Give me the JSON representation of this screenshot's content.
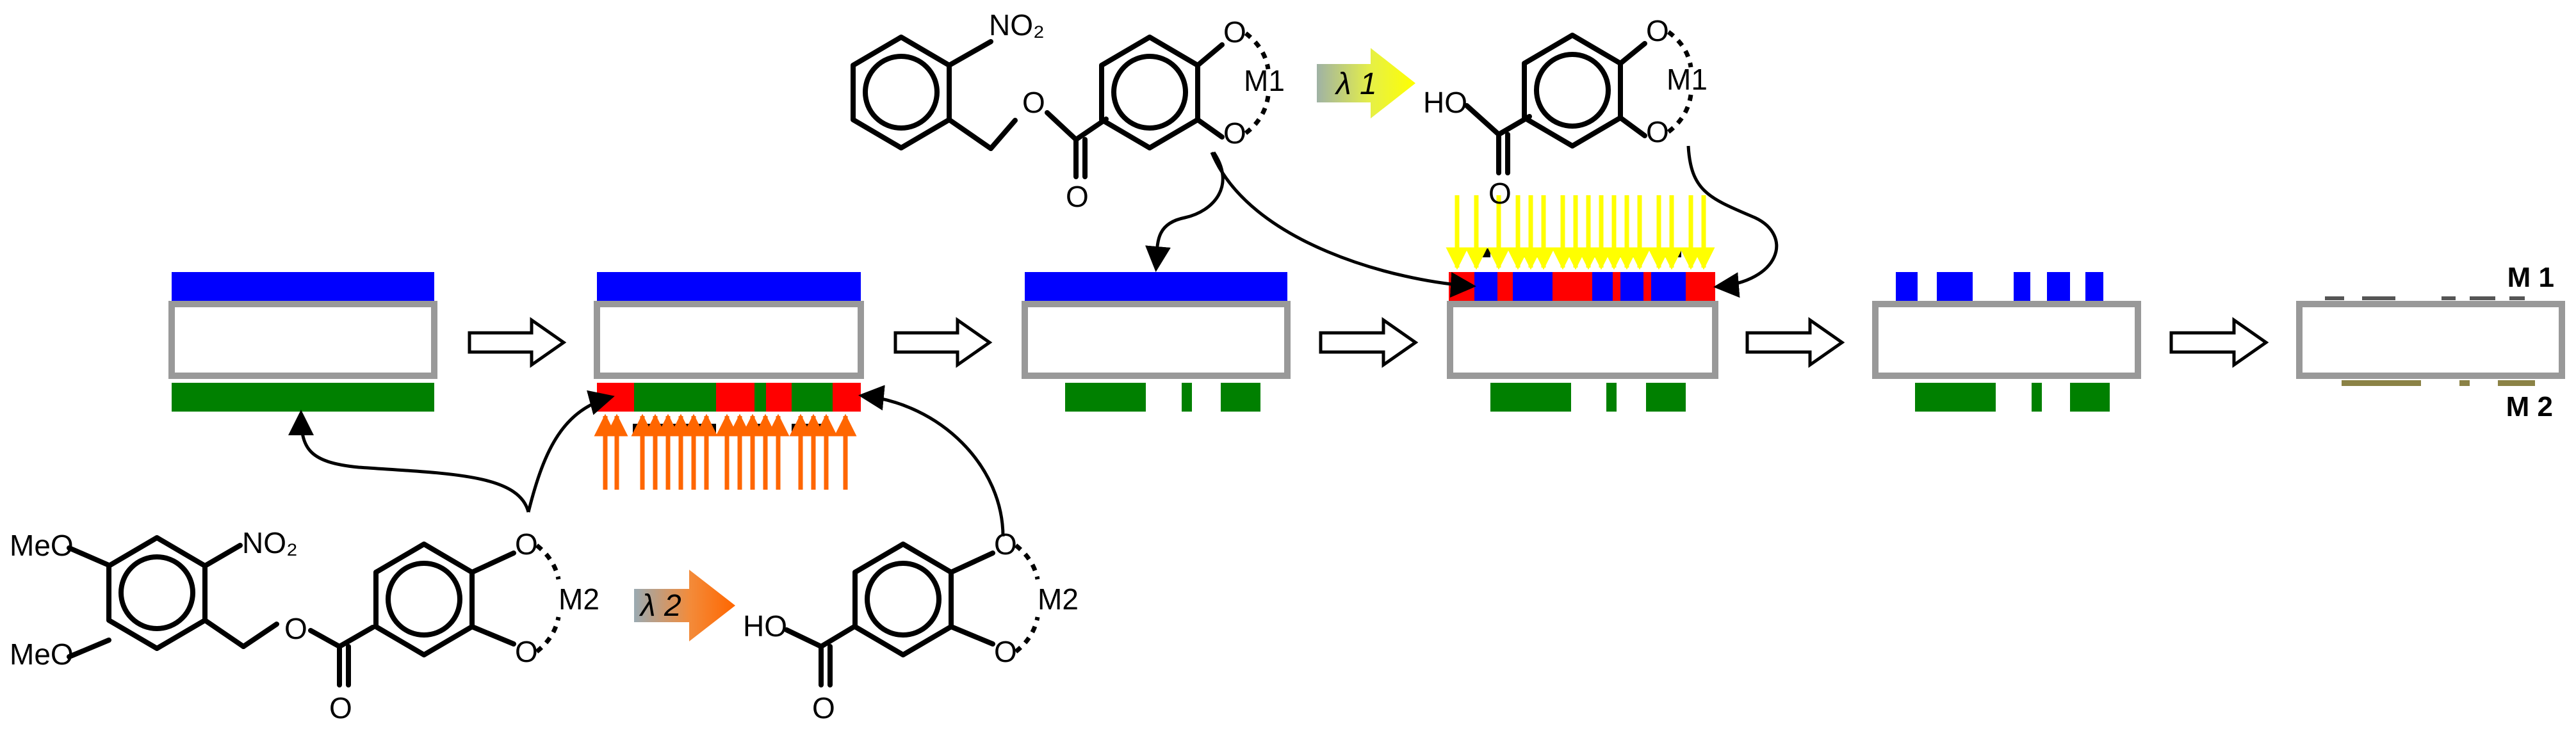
{
  "labels": {
    "no2_top": "NO₂",
    "no2_bottom": "NO₂",
    "m1_ligand_1": "M1",
    "m1_ligand_2": "M1",
    "m2_ligand_1": "M2",
    "m2_ligand_2": "M2",
    "o_atom": "O",
    "ho_acid": "HO",
    "meo": "MeO",
    "lambda1": "λ 1",
    "lambda2": "λ 2",
    "m1_side": "M 1",
    "m2_side": "M 2"
  },
  "colors": {
    "layer_m1": "#0000ff",
    "layer_m2": "#008000",
    "exposed": "#ff0000",
    "light_lambda1": "#ffff00",
    "light_lambda2": "#ff6600",
    "plate_border": "#999999",
    "residue": "#8b8246"
  }
}
